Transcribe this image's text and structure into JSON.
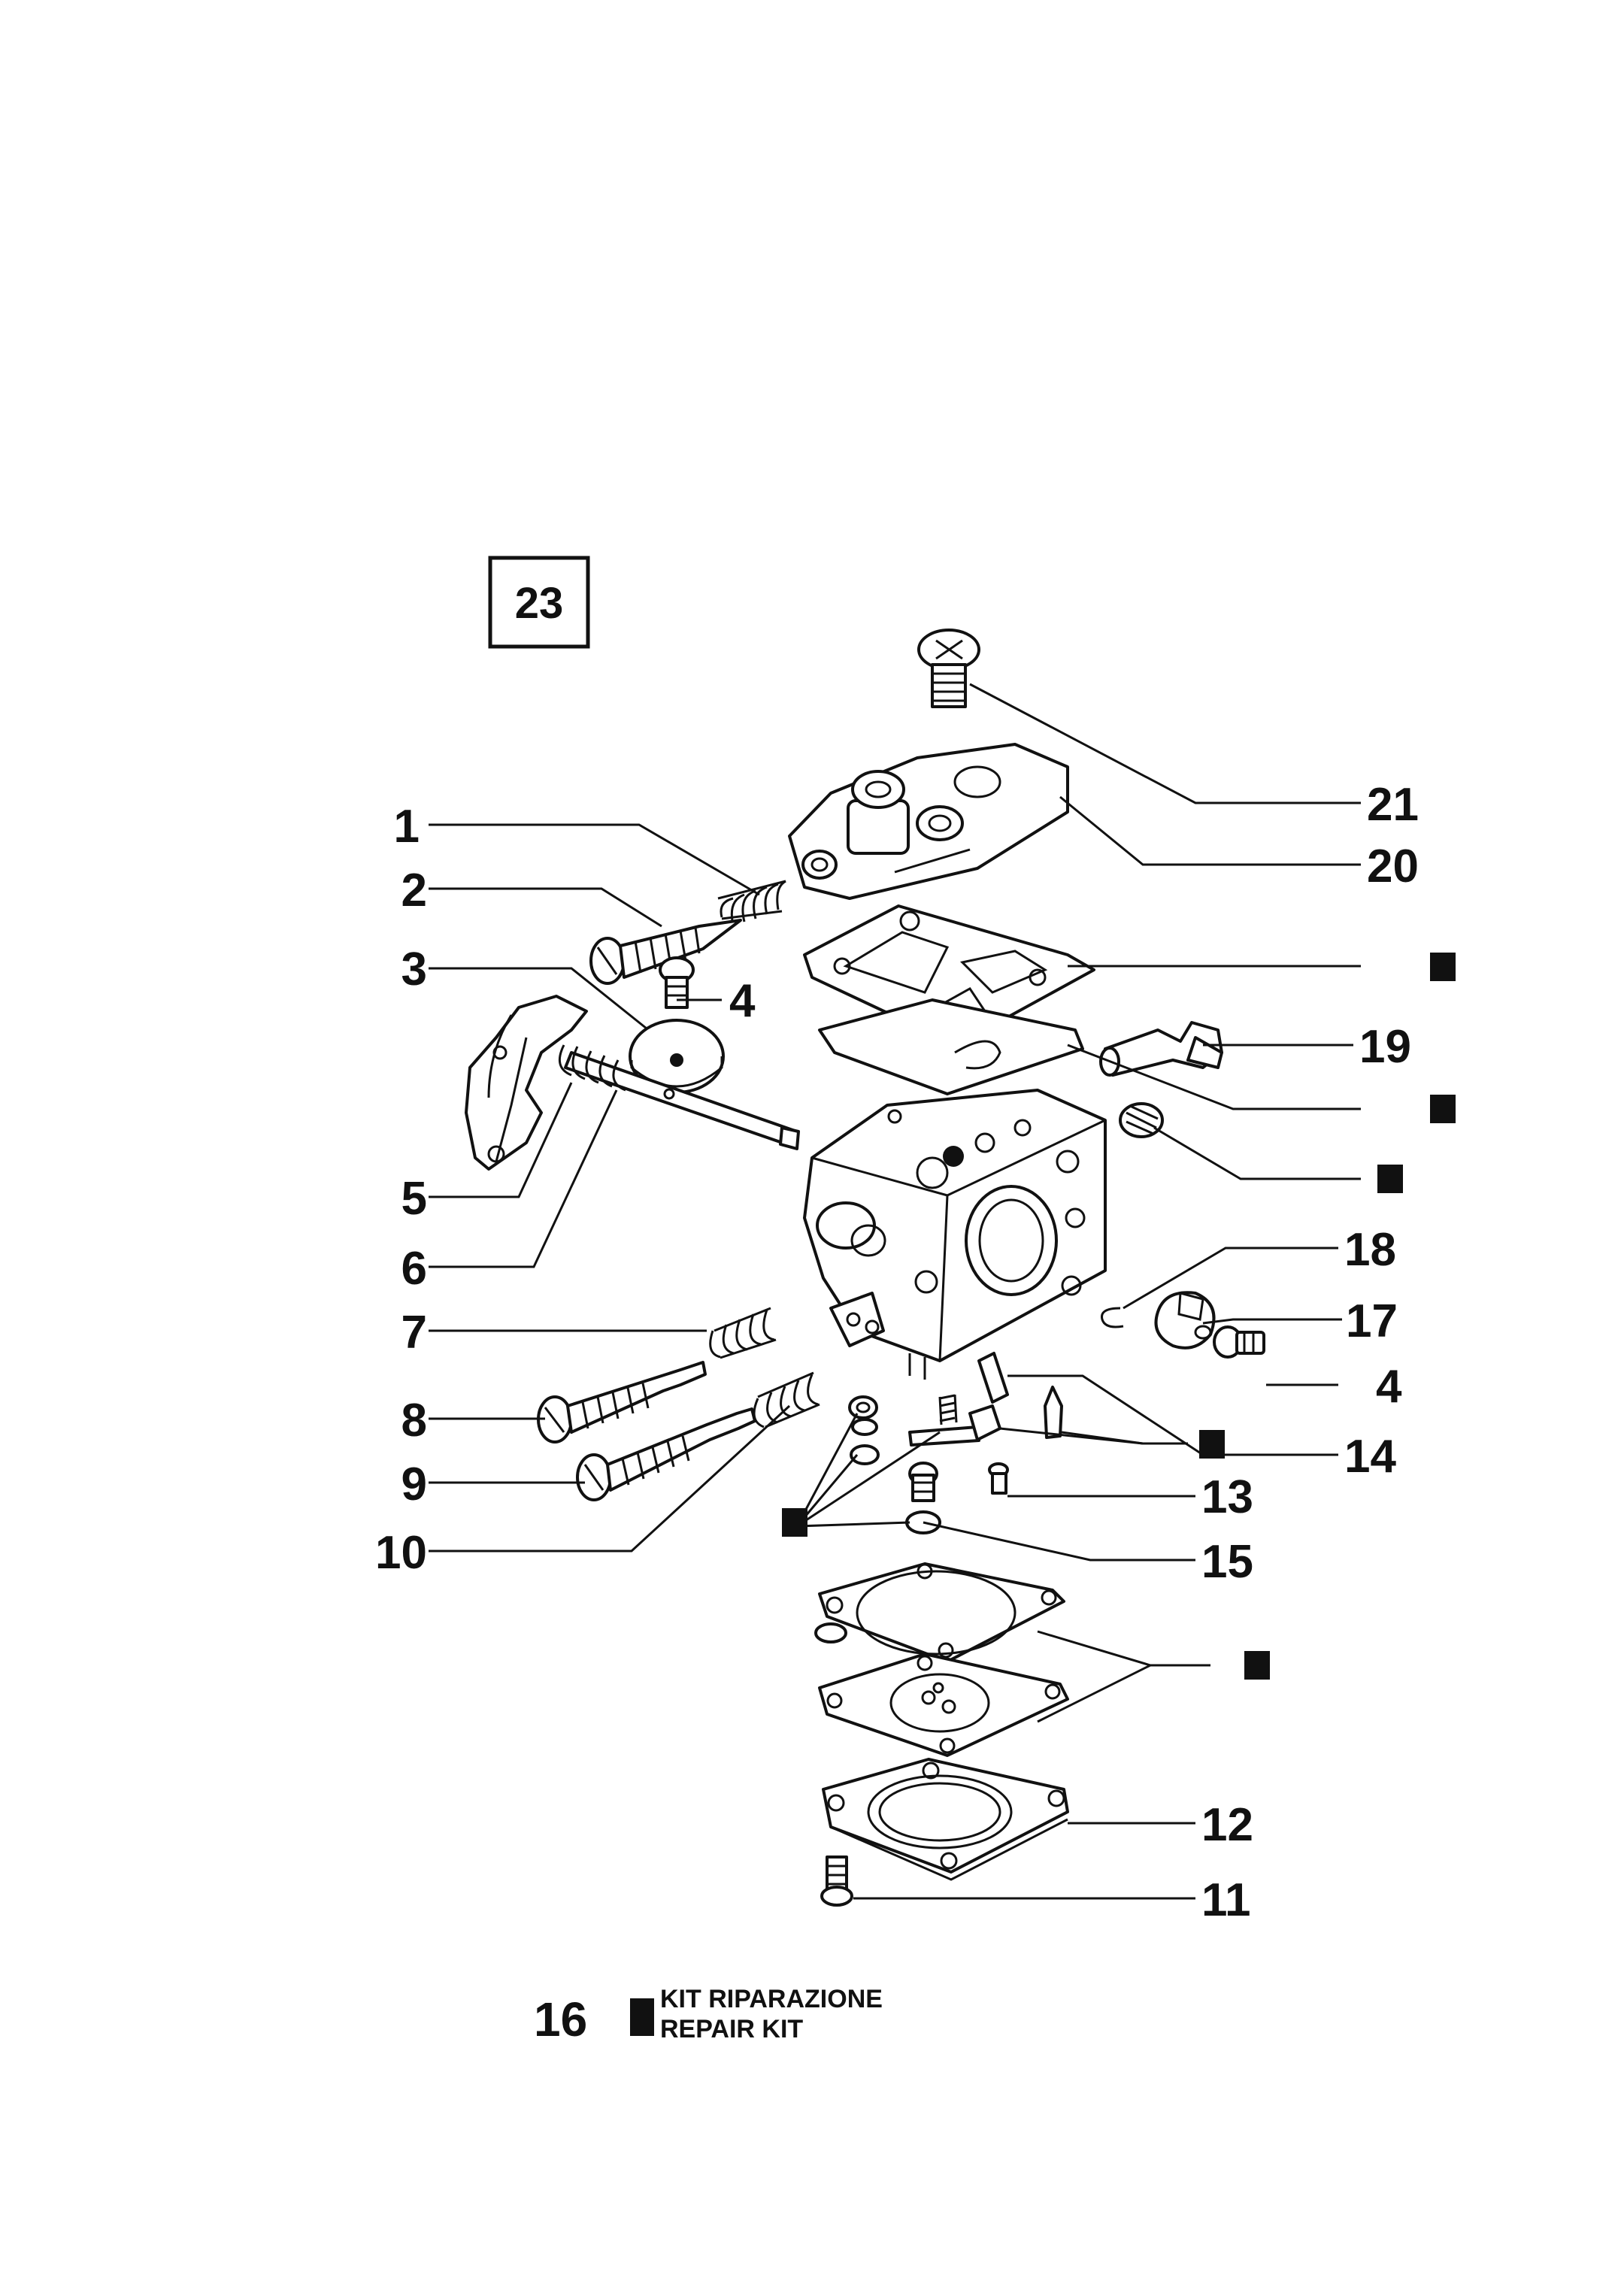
{
  "figure_number": "23",
  "page_number": "16",
  "legend": {
    "line1": "KIT RIPARAZIONE",
    "line2": "REPAIR KIT"
  },
  "callouts": {
    "c1": "1",
    "c2": "2",
    "c3": "3",
    "c4a": "4",
    "c5": "5",
    "c6": "6",
    "c7": "7",
    "c8": "8",
    "c9": "9",
    "c10": "10",
    "c11": "11",
    "c12": "12",
    "c13": "13",
    "c14": "14",
    "c15": "15",
    "c17": "17",
    "c18": "18",
    "c19": "19",
    "c20": "20",
    "c21": "21",
    "c4b": "4"
  },
  "colors": {
    "ink": "#111111",
    "paper": "#ffffff"
  }
}
